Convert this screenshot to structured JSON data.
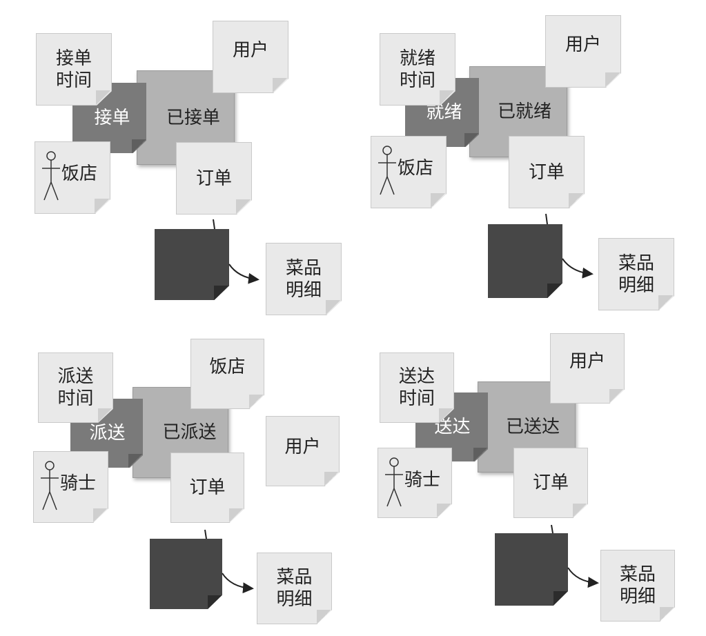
{
  "panels": [
    {
      "time_label": [
        "接单",
        "时间"
      ],
      "command": "接单",
      "event": "已接单",
      "actor": "饭店",
      "order": "订单",
      "extra_entities": [
        "用户"
      ],
      "detail": [
        "菜品",
        "明细"
      ]
    },
    {
      "time_label": [
        "就绪",
        "时间"
      ],
      "command": "就绪",
      "event": "已就绪",
      "actor": "饭店",
      "order": "订单",
      "extra_entities": [
        "用户"
      ],
      "detail": [
        "菜品",
        "明细"
      ]
    },
    {
      "time_label": [
        "派送",
        "时间"
      ],
      "command": "派送",
      "event": "已派送",
      "actor": "骑士",
      "order": "订单",
      "extra_entities": [
        "饭店",
        "用户"
      ],
      "detail": [
        "菜品",
        "明细"
      ]
    },
    {
      "time_label": [
        "送达",
        "时间"
      ],
      "command": "送达",
      "event": "已送达",
      "actor": "骑士",
      "order": "订单",
      "extra_entities": [
        "用户"
      ],
      "detail": [
        "菜品",
        "明细"
      ]
    }
  ],
  "colors": {
    "sticky": "#e9e9e9",
    "command": "#7a7a7a",
    "event": "#b3b3b3",
    "aggregate": "#474747"
  },
  "icons": {
    "actor": "stick-figure-icon",
    "link": "curved-arrow-icon"
  }
}
